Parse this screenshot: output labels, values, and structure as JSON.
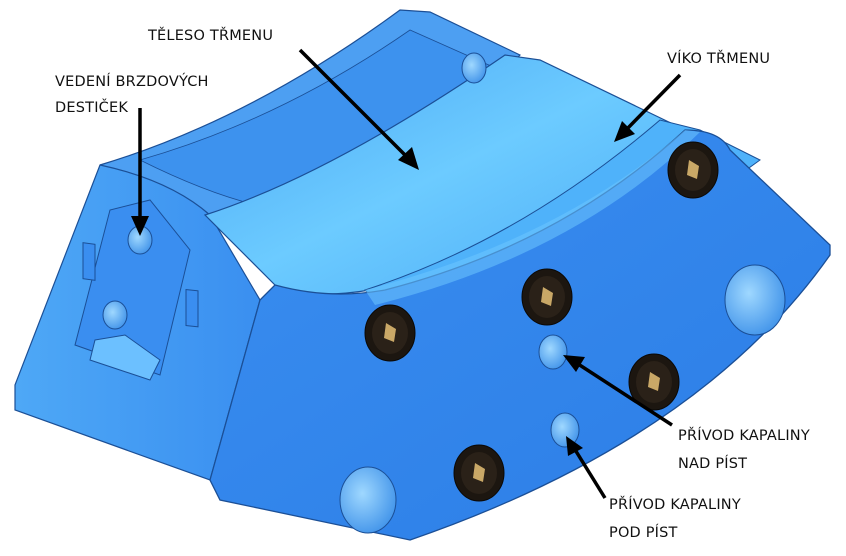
{
  "labels": {
    "caliper_body": "TĚLESO TŘMENU",
    "caliper_cover": "VÍKO TŘMENU",
    "pad_guide_line1": "VEDENÍ BRZDOVÝCH",
    "pad_guide_line2": "DESTIČEK",
    "fluid_above_line1": "PŘÍVOD KAPALINY",
    "fluid_above_line2": "NAD PÍST",
    "fluid_below_line1": "PŘÍVOD KAPALINY",
    "fluid_below_line2": "POD PÍST"
  },
  "colors": {
    "body_dark": "#2f7fe6",
    "body_mid": "#3d95f0",
    "top_light": "#63c4ff",
    "edge": "#1b4f96",
    "bolt_dark": "#1c1610",
    "bolt_gold": "#c9a867",
    "arrow": "#000000"
  },
  "icons": [
    "socket-head-bolt-icon",
    "arrow-icon"
  ]
}
